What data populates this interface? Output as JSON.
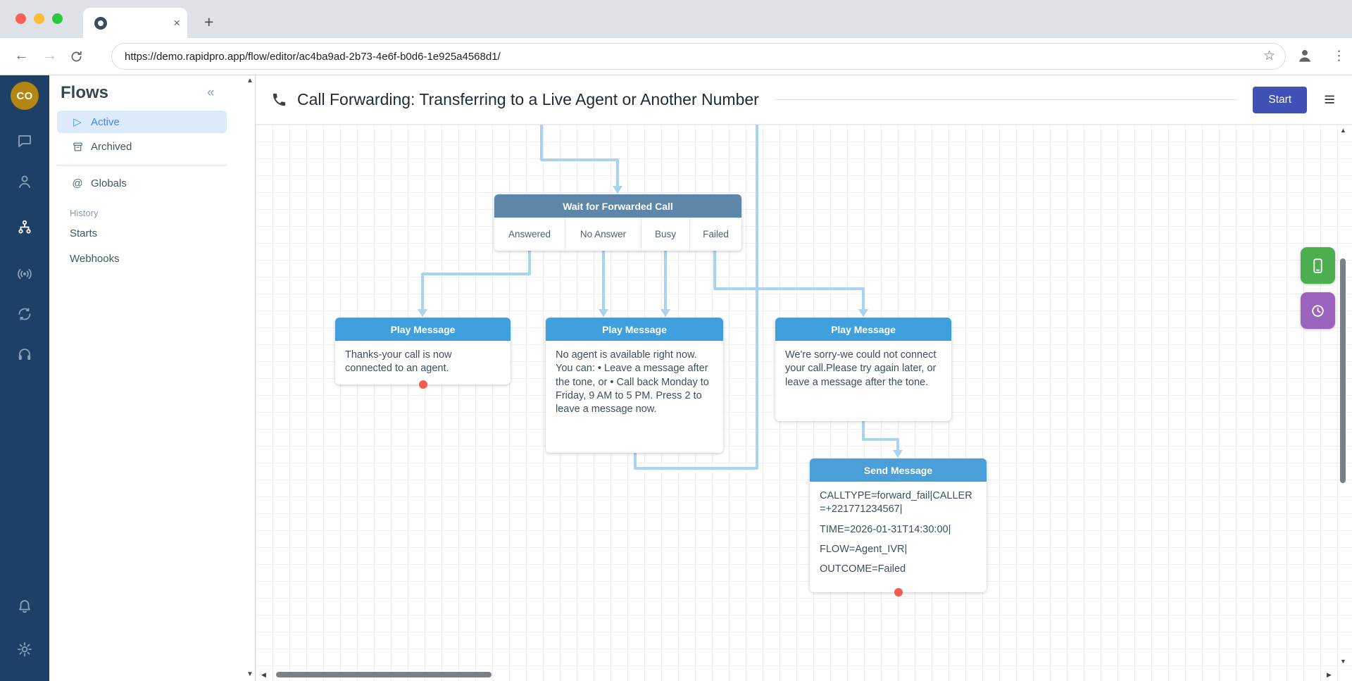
{
  "browser": {
    "url": "https://demo.rapidpro.app/flow/editor/ac4ba9ad-2b73-4e6f-b0d6-1e925a4568d1/",
    "tab_close": "×",
    "new_tab": "+",
    "back": "←",
    "forward": "→",
    "star": "☆",
    "menu_dots": "⋮"
  },
  "rail": {
    "avatar_initials": "CO"
  },
  "panel": {
    "title": "Flows",
    "collapse": "«",
    "items": [
      {
        "label": "Active"
      },
      {
        "label": "Archived"
      },
      {
        "label": "Globals"
      }
    ],
    "history_label": "History",
    "history_items": [
      {
        "label": "Starts"
      },
      {
        "label": "Webhooks"
      }
    ]
  },
  "icons": {
    "play": "▷",
    "at": "@"
  },
  "flow_header": {
    "title": "Call Forwarding: Transferring to a Live Agent or Another Number",
    "start_button": "Start",
    "menu": "≡"
  },
  "nodes": {
    "wait": {
      "title": "Wait for Forwarded Call",
      "exits": [
        "Answered",
        "No Answer",
        "Busy",
        "Failed"
      ]
    },
    "play_answered": {
      "title": "Play Message",
      "body": "Thanks-your call is now connected to an agent."
    },
    "play_no_answer": {
      "title": "Play Message",
      "body": "No agent is available right now. You can: • Leave a message after the tone, or • Call back Monday to Friday, 9 AM to 5 PM. Press 2 to leave a message now."
    },
    "play_failed": {
      "title": "Play Message",
      "body": "We're sorry-we could not connect your call.Please try again later, or leave a message after the tone."
    },
    "send_message": {
      "title": "Send Message",
      "lines": [
        "CALLTYPE=forward_fail|CALLER=+221771234567|",
        "TIME=2026-01-31T14:30:00|",
        "FLOW=Agent_IVR|",
        "OUTCOME=Failed"
      ]
    }
  },
  "scroll": {
    "up": "▲",
    "down": "▼",
    "left": "◀",
    "right": "▶"
  },
  "colors": {
    "rail_bg": "#1e4066",
    "avatar_bg": "#b38612",
    "active_item_bg": "#dceafc",
    "active_item_text": "#4285f4",
    "wait_header": "#5d86a8",
    "play_header": "#3fa0dd",
    "send_header": "#4a9fd9",
    "connector": "#a9d3ee",
    "issue_dot": "#f25c4e",
    "start_button": "#3f51b5",
    "simulator_green": "#4cae4f",
    "history_purple": "#9a63bd"
  }
}
